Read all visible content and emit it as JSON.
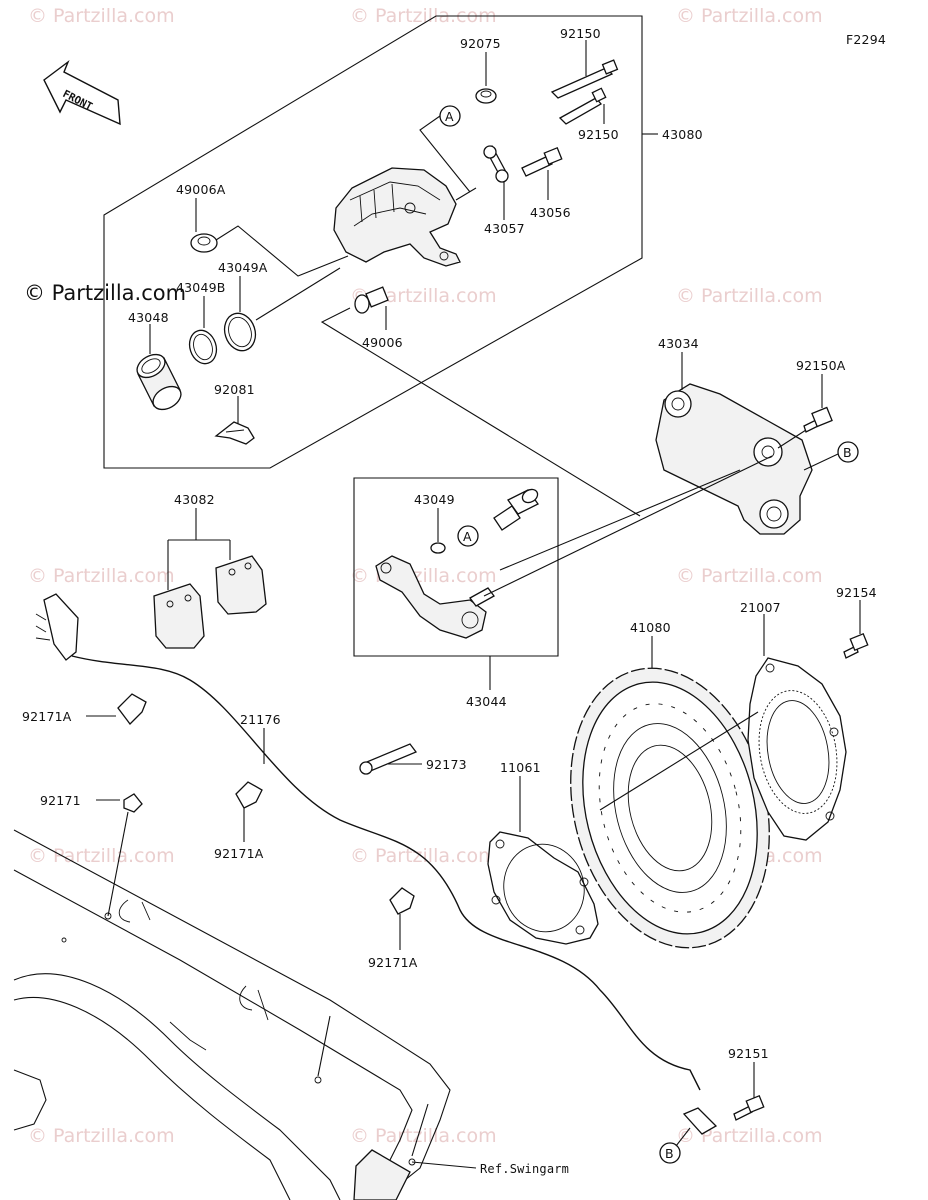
{
  "figure_code": "F2294",
  "front_label": "FRONT",
  "copyright": "© Partzilla.com",
  "watermark": "© Partzilla.com",
  "ref_label": "Ref.Swingarm",
  "callouts": {
    "a1": "A",
    "a2": "A",
    "b1": "B",
    "b2": "B"
  },
  "parts": {
    "p92075": "92075",
    "p92150_top": "92150",
    "p92150_bottom": "92150",
    "p43080": "43080",
    "p49006A": "49006A",
    "p43057": "43057",
    "p43056": "43056",
    "p43049A": "43049A",
    "p43049B": "43049B",
    "p43048": "43048",
    "p49006": "49006",
    "p92081": "92081",
    "p43034": "43034",
    "p92150A": "92150A",
    "p43082": "43082",
    "p43049": "43049",
    "p43044": "43044",
    "p92154": "92154",
    "p41080": "41080",
    "p21007": "21007",
    "p92171A_1": "92171A",
    "p21176": "21176",
    "p92173": "92173",
    "p11061": "11061",
    "p92171": "92171",
    "p92171A_2": "92171A",
    "p92171A_3": "92171A",
    "p92151": "92151"
  }
}
